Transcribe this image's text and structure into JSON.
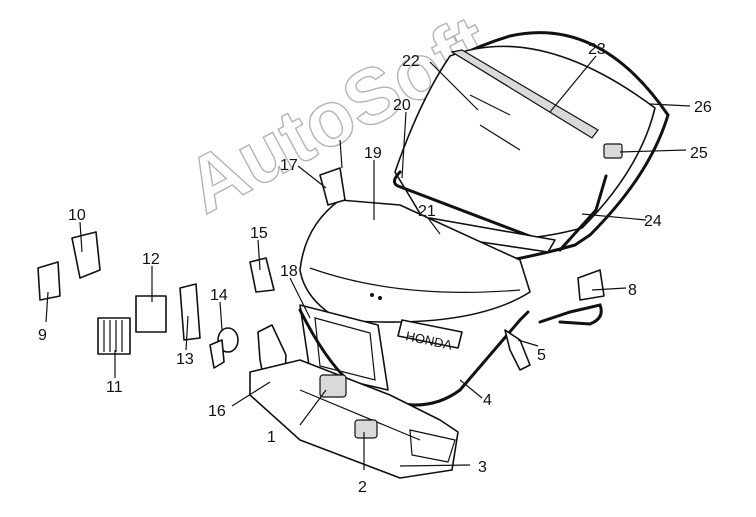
{
  "watermark": "AutoSoft",
  "emblem_text": "HONDA",
  "callouts": [
    "1",
    "2",
    "3",
    "4",
    "5",
    "8",
    "9",
    "10",
    "11",
    "12",
    "13",
    "14",
    "15",
    "16",
    "17",
    "18",
    "19",
    "20",
    "21",
    "22",
    "23",
    "24",
    "25",
    "26"
  ]
}
